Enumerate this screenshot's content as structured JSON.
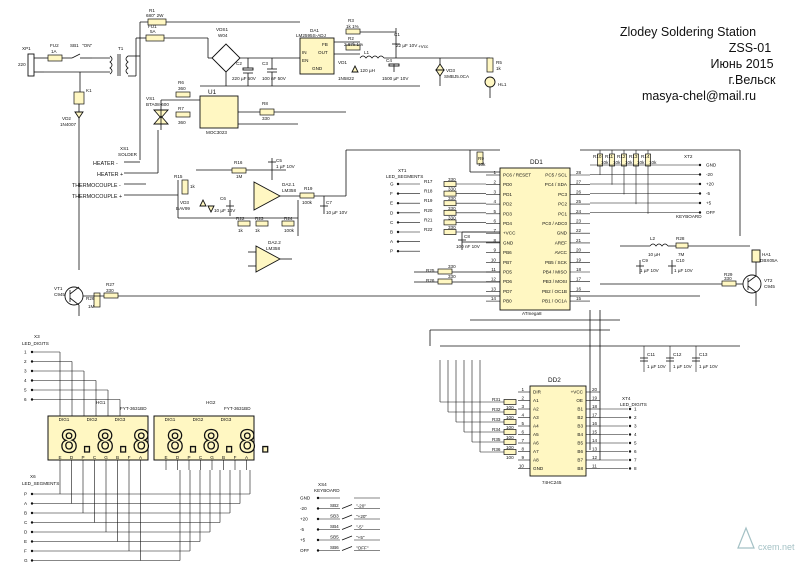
{
  "title_block": {
    "title": "Zlodey Soldering Station",
    "code": "ZSS-01",
    "date": "Июнь 2015",
    "city": "г.Вельск",
    "email": "masya-chel@mail.ru"
  },
  "watermark": "cxem.net",
  "mains": {
    "xp1": "XP1",
    "v220": "220",
    "fu2": "FU2",
    "fu2_val": "1A",
    "sb1": "SB1",
    "sb1_note": "\"ON\"",
    "t1": "T1",
    "k1": "K1",
    "vd2": "VD2",
    "vd2_val": "1N4007",
    "r1": "R1",
    "r1_val": "680\" 2W",
    "fu1": "FU1",
    "fu1_val": "5A",
    "vds1": "VDS1",
    "vds1_val": "W04",
    "c2": "C2",
    "c2_val": "220 µF 50V",
    "c3": "C3",
    "c3_val": "100 nF 50V",
    "r6": "R6",
    "r6_val": "360",
    "vs1": "VS1",
    "vs1_val": "BTA08-600",
    "r7": "R7",
    "r7_val": "360",
    "u1": "U1",
    "u1_val": "MOC3023",
    "r8": "R8",
    "r8_val": "330"
  },
  "power": {
    "da1": "DA1",
    "da1_val": "LM2595S-ADJ",
    "in": "IN",
    "out": "OUT",
    "gnd": "GND",
    "fb": "FB",
    "en": "EN",
    "r3": "R3",
    "r3_val": "1k 1%",
    "r2": "R2",
    "r2_val": "2.87k 1%",
    "l1": "L1",
    "l1_val": "120 µH",
    "vd1": "VD1",
    "vd1_val": "1N5822",
    "c1": "C1",
    "c1_val": "22 µF 10V",
    "c4": "C4",
    "c4_val": "1500 µF 10V",
    "vcc": "+Vcc",
    "vd3": "VD3",
    "vd3_val": "SMBJ5.0CA",
    "r5": "R5",
    "r5_val": "1k",
    "hl1": "HL1"
  },
  "solder": {
    "xs1": "XS1",
    "label": "SOLDER",
    "pins": [
      "HEATER -",
      "HEATER +",
      "THERMOCOUPLE -",
      "THERMOCOUPLE +"
    ]
  },
  "amp": {
    "r15": "R15",
    "r15_val": "1k",
    "r16": "R16",
    "r16_val": "1M",
    "c5": "C5",
    "c5_val": "1 µF 10V",
    "c6": "C6",
    "c6_val": "10 µF 10V",
    "vd3": "VD3",
    "vd3_val": "BAV99",
    "r23": "R23",
    "r23_val": "1k",
    "r24": "R24",
    "r24_val": "100k",
    "r22": "R22",
    "r22_val": "1k",
    "r19": "R19",
    "r19_val": "100k",
    "c7": "C7",
    "c7_val": "10 µF 10V",
    "da2_1": "DA2.1",
    "da2_2": "DA2.2",
    "lm358": "LM358"
  },
  "mcu": {
    "dd1": "DD1",
    "part": "ATmega8",
    "left_pins": [
      {
        "n": "1",
        "name": "PC6 / RESET"
      },
      {
        "n": "2",
        "name": "PD0"
      },
      {
        "n": "3",
        "name": "PD1"
      },
      {
        "n": "4",
        "name": "PD2"
      },
      {
        "n": "5",
        "name": "PD3"
      },
      {
        "n": "6",
        "name": "PD4"
      },
      {
        "n": "7",
        "name": "+VCC"
      },
      {
        "n": "8",
        "name": "GND"
      },
      {
        "n": "9",
        "name": "PB6"
      },
      {
        "n": "10",
        "name": "PB7"
      },
      {
        "n": "11",
        "name": "PD5"
      },
      {
        "n": "12",
        "name": "PD6"
      },
      {
        "n": "13",
        "name": "PD7"
      },
      {
        "n": "14",
        "name": "PB0"
      }
    ],
    "right_pins": [
      {
        "n": "28",
        "name": "PC5 / SCL"
      },
      {
        "n": "27",
        "name": "PC4 / SDA"
      },
      {
        "n": "26",
        "name": "PC3"
      },
      {
        "n": "25",
        "name": "PC2"
      },
      {
        "n": "24",
        "name": "PC1"
      },
      {
        "n": "23",
        "name": "PC0 / ADC0"
      },
      {
        "n": "22",
        "name": "GND"
      },
      {
        "n": "21",
        "name": "AREF"
      },
      {
        "n": "20",
        "name": "AVCC"
      },
      {
        "n": "19",
        "name": "PB5 / SCK"
      },
      {
        "n": "18",
        "name": "PB4 / MISO"
      },
      {
        "n": "17",
        "name": "PB3 / MOSI"
      },
      {
        "n": "16",
        "name": "PB2 / OC1B"
      },
      {
        "n": "15",
        "name": "PB1 / OC1A"
      }
    ],
    "r9": "R9",
    "r9_val": "10k",
    "xt1": "XT1",
    "xt1_label": "LED_SEGMENTS",
    "xt1_pins": [
      "G",
      "F",
      "E",
      "D",
      "C",
      "B",
      "A",
      "P"
    ],
    "seg_res": [
      {
        "n": "R17",
        "v": "330"
      },
      {
        "n": "R18",
        "v": "330"
      },
      {
        "n": "R19",
        "v": "330"
      },
      {
        "n": "R20",
        "v": "330"
      },
      {
        "n": "R21",
        "v": "330"
      },
      {
        "n": "R22",
        "v": "330"
      }
    ],
    "r25": "R25",
    "r25_val": "330",
    "r26": "R26",
    "r26_val": "330",
    "c8": "C8",
    "c8_val": "100 nF 10V"
  },
  "keyboard": {
    "resistors": [
      {
        "n": "R10",
        "v": "10k"
      },
      {
        "n": "R11",
        "v": "10k"
      },
      {
        "n": "R12",
        "v": "10k"
      },
      {
        "n": "R13",
        "v": "10k"
      },
      {
        "n": "R14",
        "v": "10k"
      }
    ],
    "xt2": "XT2",
    "xt2_label": "KEYBOARD",
    "pins": [
      "GND",
      "-20",
      "+20",
      "-5",
      "+5",
      "OFF"
    ]
  },
  "avcc": {
    "l2": "L2",
    "l2_val": "10 µH",
    "r28": "R28",
    "r28_val": "7M",
    "c9": "C9",
    "c9_val": "1 µF 10V",
    "c10": "C10",
    "c10_val": "1 µF 10V"
  },
  "buzzer": {
    "ha1": "HA1",
    "ha1_val": "DBX05A",
    "vt2": "VT2",
    "vt2_val": "C945",
    "r29": "R29",
    "r29_val": "330"
  },
  "vt1": {
    "vt1": "VT1",
    "vt1_val": "C945",
    "r26": "R26",
    "r26_val": "1M",
    "r27": "R27",
    "r27_val": "330"
  },
  "buffer": {
    "dd2": "DD2",
    "part": "74HC245",
    "left_pins": [
      {
        "n": "1",
        "name": "DIR"
      },
      {
        "n": "2",
        "name": "A1"
      },
      {
        "n": "3",
        "name": "A2"
      },
      {
        "n": "4",
        "name": "A3"
      },
      {
        "n": "5",
        "name": "A4"
      },
      {
        "n": "6",
        "name": "A5"
      },
      {
        "n": "7",
        "name": "A6"
      },
      {
        "n": "8",
        "name": "A7"
      },
      {
        "n": "9",
        "name": "A8"
      },
      {
        "n": "10",
        "name": "GND"
      }
    ],
    "right_pins": [
      {
        "n": "20",
        "name": "+VCC"
      },
      {
        "n": "19",
        "name": "OE"
      },
      {
        "n": "18",
        "name": "B1"
      },
      {
        "n": "17",
        "name": "B2"
      },
      {
        "n": "16",
        "name": "B3"
      },
      {
        "n": "15",
        "name": "B4"
      },
      {
        "n": "14",
        "name": "B5"
      },
      {
        "n": "13",
        "name": "B6"
      },
      {
        "n": "12",
        "name": "B7"
      },
      {
        "n": "11",
        "name": "B8"
      }
    ],
    "res": [
      {
        "n": "R31",
        "v": "100"
      },
      {
        "n": "R32",
        "v": "100"
      },
      {
        "n": "R33",
        "v": "100"
      },
      {
        "n": "R34",
        "v": "100"
      },
      {
        "n": "R35",
        "v": "100"
      },
      {
        "n": "R36",
        "v": "100"
      }
    ],
    "xt4": "XT4",
    "xt4_label": "LED_DIGITS",
    "caps": [
      {
        "n": "C11",
        "v": "1 µF 10V"
      },
      {
        "n": "C12",
        "v": "1 µF 10V"
      },
      {
        "n": "C13",
        "v": "1 µF 10V"
      }
    ]
  },
  "digits_left": {
    "x3": "X3",
    "label": "LED_DIGITS",
    "pins": [
      "1",
      "2",
      "3",
      "4",
      "5",
      "6"
    ],
    "hg1": "HG1",
    "hg1_part": "FYT-3631BD",
    "dig_labels": [
      "DIG1",
      "DIG2",
      "DIG3"
    ],
    "seg_labels": [
      "E",
      "D",
      "P",
      "C",
      "G",
      "B",
      "F",
      "A"
    ],
    "digits_text": "8.8.8."
  },
  "digits_right": {
    "hg2": "HG2",
    "hg2_part": "FYT-3631BD",
    "dig_labels": [
      "DIG1",
      "DIG2",
      "DIG3"
    ],
    "seg_labels": [
      "E",
      "D",
      "P",
      "C",
      "G",
      "B",
      "F",
      "A"
    ],
    "digits_text": "8.8.8."
  },
  "segments_conn": {
    "x6": "X6",
    "label": "LED_SEGMENTS",
    "pins": [
      "P",
      "A",
      "B",
      "C",
      "D",
      "E",
      "F",
      "G"
    ]
  },
  "keys": {
    "xs4": "XS4",
    "label": "KEYBOARD",
    "rows": [
      {
        "pin": "GND",
        "sw": "",
        "name": ""
      },
      {
        "pin": "-20",
        "sw": "SB2",
        "name": "\"-20\""
      },
      {
        "pin": "+20",
        "sw": "SB3",
        "name": "\"+20\""
      },
      {
        "pin": "-5",
        "sw": "SB4",
        "name": "\"-5\""
      },
      {
        "pin": "+5",
        "sw": "SB5",
        "name": "\"+5\""
      },
      {
        "pin": "OFF",
        "sw": "SB6",
        "name": "\"OFF\""
      }
    ]
  }
}
